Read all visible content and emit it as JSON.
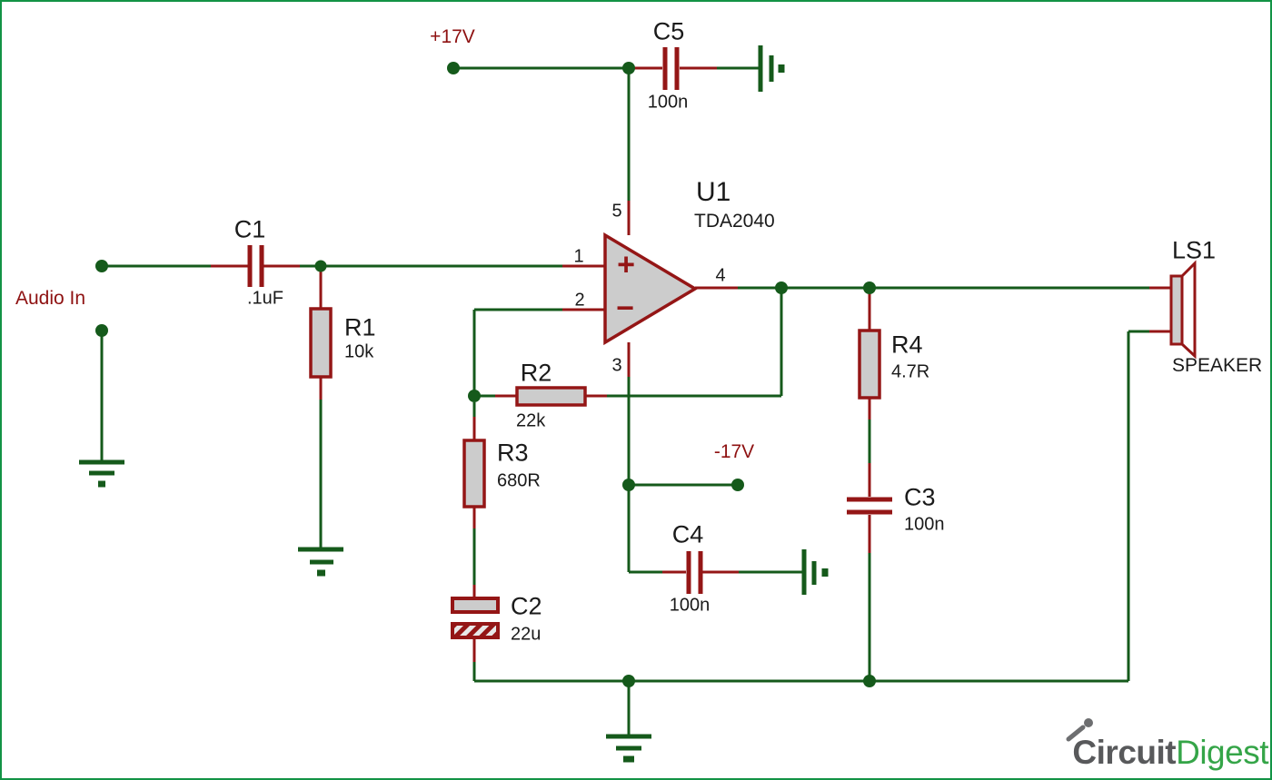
{
  "diagram": {
    "type": "circuit-schematic",
    "colors": {
      "wire_green": "#155A1B",
      "component_maroon": "#941616",
      "component_fill": "#cccccc",
      "net_label_red": "#8e1111",
      "text_black": "#1a1a1a",
      "border_green": "#129345",
      "logo_gray": "#58595b",
      "logo_green": "#35a548"
    },
    "power": {
      "positive_rail": "+17V",
      "negative_rail": "-17V"
    },
    "input": {
      "label": "Audio In"
    },
    "ic": {
      "ref": "U1",
      "part": "TDA2040",
      "plus_input_symbol": "+",
      "minus_input_symbol": "−",
      "pins": {
        "noninverting": "1",
        "inverting": "2",
        "negative_supply": "3",
        "output": "4",
        "positive_supply": "5"
      }
    },
    "components": {
      "c1": {
        "ref": "C1",
        "value": ".1uF"
      },
      "c2": {
        "ref": "C2",
        "value": "22u"
      },
      "c3": {
        "ref": "C3",
        "value": "100n"
      },
      "c4": {
        "ref": "C4",
        "value": "100n"
      },
      "c5": {
        "ref": "C5",
        "value": "100n"
      },
      "r1": {
        "ref": "R1",
        "value": "10k"
      },
      "r2": {
        "ref": "R2",
        "value": "22k"
      },
      "r3": {
        "ref": "R3",
        "value": "680R"
      },
      "r4": {
        "ref": "R4",
        "value": "4.7R"
      }
    },
    "speaker": {
      "ref": "LS1",
      "label": "SPEAKER"
    },
    "logo": {
      "text_primary": "Circuit",
      "text_secondary": "Digest"
    }
  }
}
